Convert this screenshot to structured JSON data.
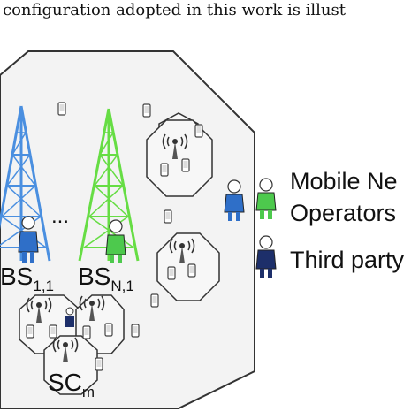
{
  "caption": "configuration adopted in this work is illust",
  "labels": {
    "bs1_main": "BS",
    "bs1_sub": "1,1",
    "bsN_main": "BS",
    "bsN_sub": "N,1",
    "sc_main": "SC",
    "sc_sub": "m",
    "ellipsis": "..."
  },
  "legend": {
    "mno_line1": "Mobile Ne",
    "mno_line2": "Operators",
    "third_party": "Third party"
  },
  "colors": {
    "operator_blue": "#2f6fc8",
    "operator_green": "#4dc94d",
    "third_party_navy": "#1d2f6a",
    "tower_blue": "#4a8fe0",
    "tower_green": "#66dd44",
    "cell_fill": "#f1f1f1",
    "cell_stroke": "#333333"
  },
  "icons": [
    "macro-bs-tower-icon",
    "small-cell-antenna-icon",
    "mobile-phone-icon",
    "person-icon"
  ]
}
